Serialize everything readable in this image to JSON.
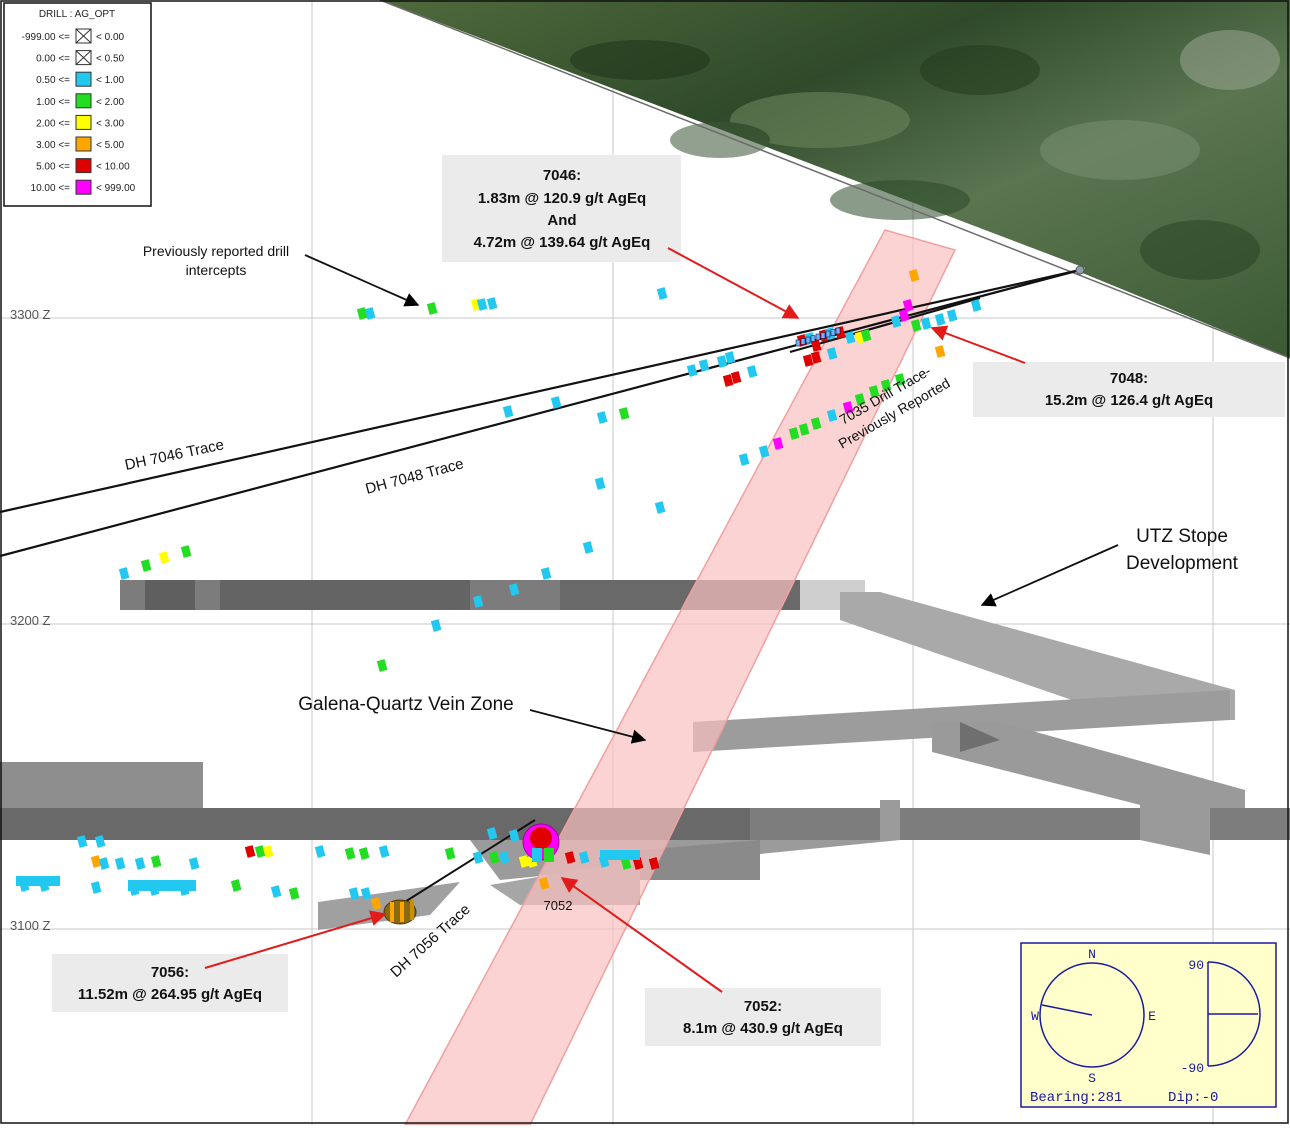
{
  "legend": {
    "title": "DRILL : AG_OPT",
    "rows": [
      {
        "lo": "-999.00 <=",
        "hi": "< 0.00",
        "color": "#ffffff",
        "crossed": true
      },
      {
        "lo": "0.00 <=",
        "hi": "< 0.50",
        "color": "#ffffff",
        "crossed": true
      },
      {
        "lo": "0.50 <=",
        "hi": "< 1.00",
        "color": "#22c8f0",
        "crossed": false
      },
      {
        "lo": "1.00 <=",
        "hi": "< 2.00",
        "color": "#22dd22",
        "crossed": false
      },
      {
        "lo": "2.00 <=",
        "hi": "< 3.00",
        "color": "#ffff00",
        "crossed": false
      },
      {
        "lo": "3.00 <=",
        "hi": "< 5.00",
        "color": "#ffa500",
        "crossed": false
      },
      {
        "lo": "5.00 <=",
        "hi": "< 10.00",
        "color": "#e00000",
        "crossed": false
      },
      {
        "lo": "10.00 <=",
        "hi": "< 999.00",
        "color": "#ff00ff",
        "crossed": false
      }
    ]
  },
  "elevations": {
    "z3300": "3300 Z",
    "z3200": "3200 Z",
    "z3100": "3100 Z"
  },
  "annotations": {
    "prev_reported_line1": "Previously reported drill",
    "prev_reported_line2": "intercepts",
    "dh7046_trace": "DH 7046 Trace",
    "dh7048_trace": "DH 7048 Trace",
    "dh7056_trace": "DH 7056 Trace",
    "dh7035_line1": "7035 Drill Trace-",
    "dh7035_line2": "Previously Reported",
    "utz_line1": "UTZ Stope",
    "utz_line2": "Development",
    "vein_zone": "Galena-Quartz Vein Zone",
    "label_7052": "7052"
  },
  "callouts": {
    "c7046": {
      "line1": "7046:",
      "line2": "1.83m @ 120.9 g/t AgEq",
      "line3": "And",
      "line4": "4.72m @ 139.64 g/t AgEq"
    },
    "c7048": {
      "line1": "7048:",
      "line2": "15.2m @ 126.4 g/t AgEq"
    },
    "c7056": {
      "line1": "7056:",
      "line2": "11.52m @ 264.95 g/t AgEq"
    },
    "c7052": {
      "line1": "7052:",
      "line2": "8.1m @ 430.9 g/t AgEq"
    }
  },
  "compass": {
    "n": "N",
    "s": "S",
    "e": "E",
    "w": "W",
    "dip_top": "90",
    "dip_bottom": "-90",
    "bearing": "Bearing:281",
    "dip": "Dip:-0"
  },
  "colors": {
    "cyan": "#22c8f0",
    "green": "#22dd22",
    "yellow": "#ffff00",
    "orange": "#ffa500",
    "red": "#e00000",
    "magenta": "#ff00ff",
    "vein": "#f9c0c0",
    "callout_bg": "#ebebeb",
    "arrow_red": "#e21b1b",
    "compass_bg": "#ffffcc",
    "compass_line": "#1a1aa0"
  }
}
